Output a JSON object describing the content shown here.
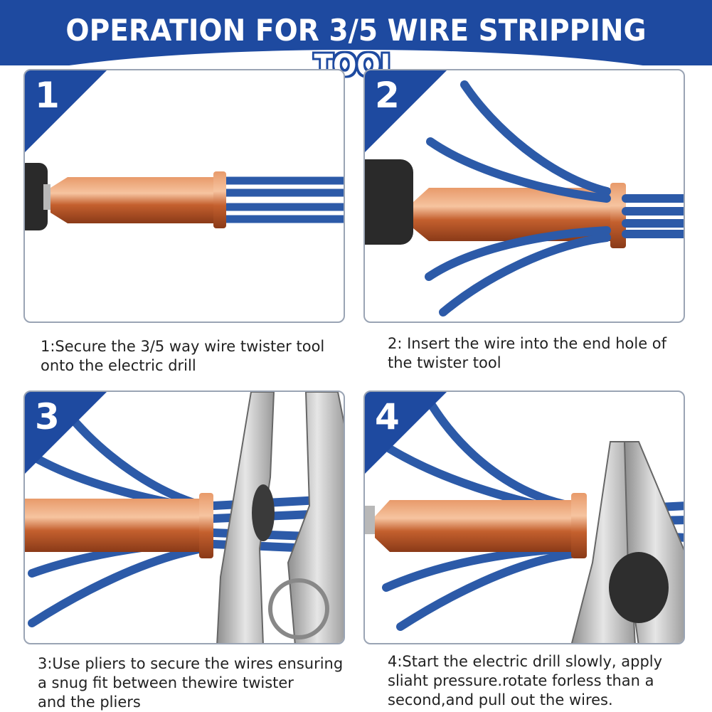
{
  "title": "OPERATION FOR 3/5 WIRE STRIPPING TOOL",
  "colors": {
    "brand_blue": "#1e4aa0",
    "copper": "#c8663a",
    "wire_blue": "#2c5aa8"
  },
  "steps": [
    {
      "number": "1",
      "caption_lines": [
        "1:Secure the 3/5 way wire twister tool",
        "onto the electric drill"
      ]
    },
    {
      "number": "2",
      "caption_lines": [
        "2: Insert the wire into the end hole of",
        "the twister tool"
      ]
    },
    {
      "number": "3",
      "caption_lines": [
        "3:Use pliers to secure the wires ensuring",
        "a snug fit between thewire twister",
        "and the pliers"
      ]
    },
    {
      "number": "4",
      "caption_lines": [
        "4:Start the electric drill slowly, apply",
        "sliaht pressure.rotate forless than a",
        "second,and pull out the wires."
      ]
    }
  ],
  "icons": [
    "drill-chuck-icon",
    "wire-twister-tool-icon",
    "wires-icon",
    "pliers-icon"
  ]
}
